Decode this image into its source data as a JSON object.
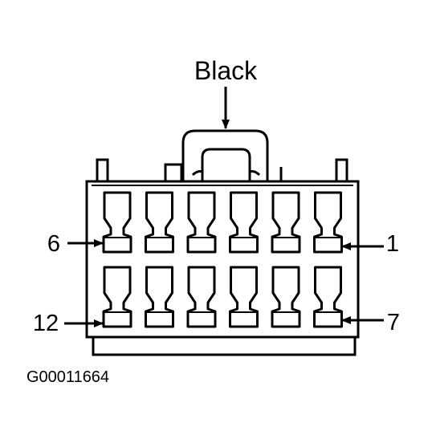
{
  "labels": {
    "connector_color": "Black",
    "pin_top_left": "6",
    "pin_top_right": "1",
    "pin_bottom_left": "12",
    "pin_bottom_right": "7",
    "figure_code": "G00011664"
  },
  "connector": {
    "rows": 2,
    "cavities_per_row": 6
  },
  "colors": {
    "ink": "#000000",
    "background": "#ffffff"
  }
}
